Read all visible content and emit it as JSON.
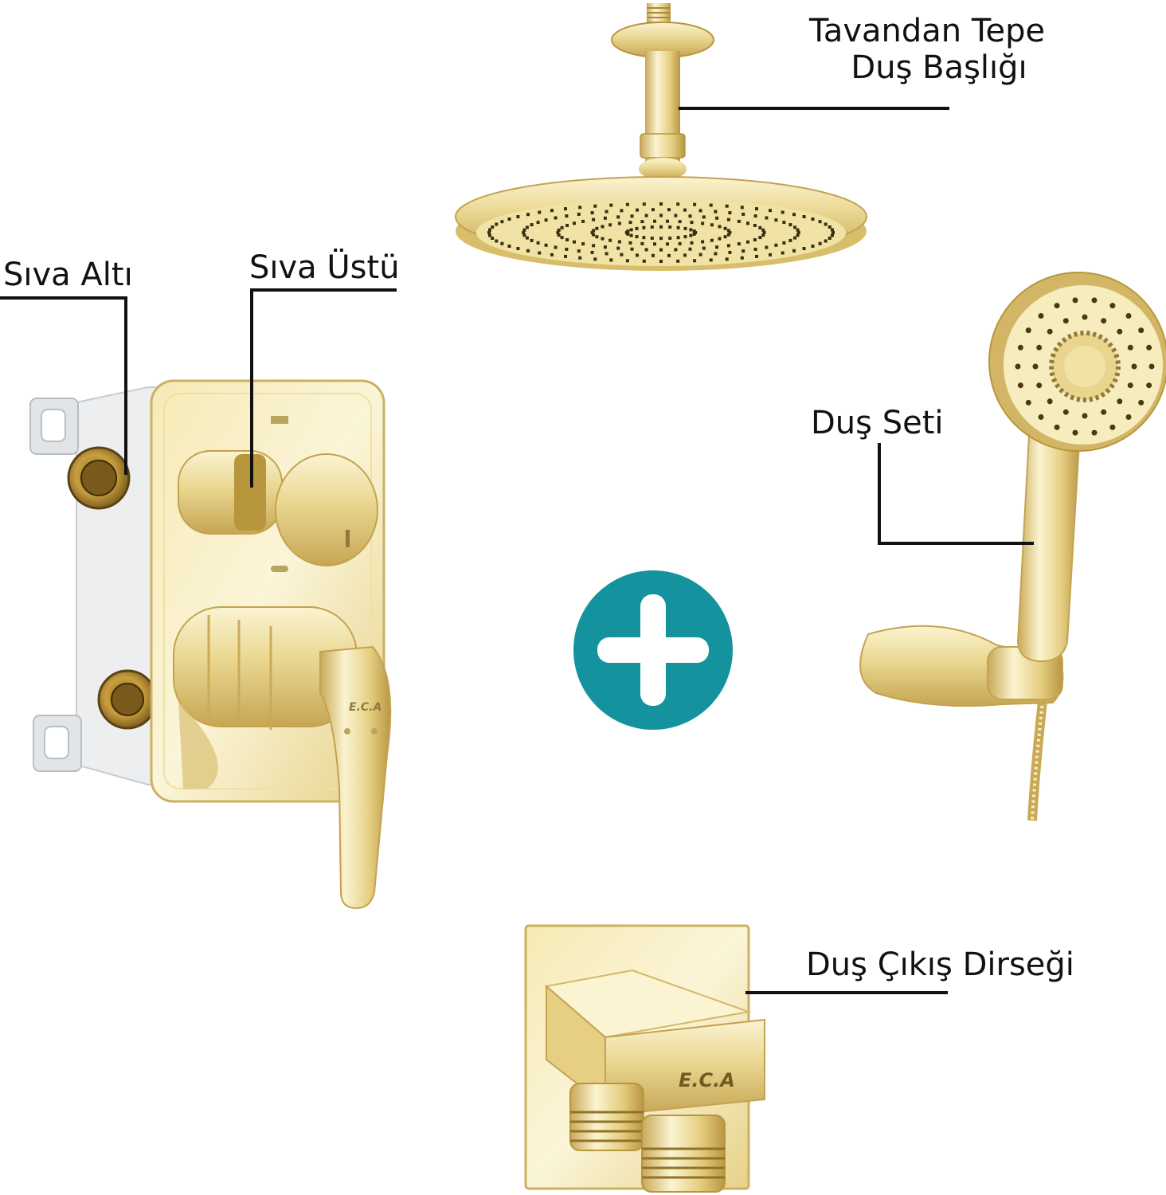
{
  "labels": {
    "ceiling_shower_head_line1": "Tavandan Tepe",
    "ceiling_shower_head_line2": "Duş Başlığı",
    "siva_alti": "Sıva Altı",
    "siva_ustu": "Sıva Üstü",
    "dus_seti": "Duş Seti",
    "shower_outlet_elbow": "Duş Çıkış Dirseği"
  },
  "brand_marks": {
    "mixer_plate": "E.C.A",
    "elbow_plate": "E.C.A"
  },
  "icons": {
    "plus": "plus-circle-icon"
  },
  "colors": {
    "gold_light": "#f7eec0",
    "gold_mid": "#e8d48a",
    "gold_dark": "#b8963e",
    "leader_line": "#111111",
    "plus_circle": "#14939e",
    "housing_white": "#ebedef"
  }
}
